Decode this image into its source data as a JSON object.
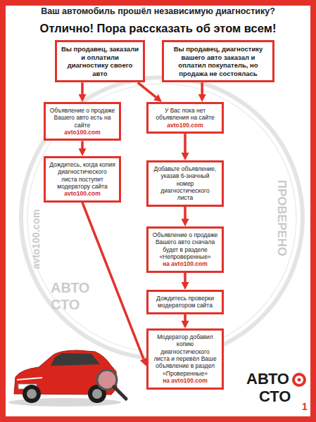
{
  "diagram": {
    "title": "Ваш автомобиль прошёл независимую диагностику?",
    "nodes": [
      {
        "text": [
          "Вы продавец, заказали и оплатили диагностику своего авто"
        ]
      },
      {
        "text": [
          "Вы продавец, диагностику вашего авто заказал и оплатил покупатель, но продажа не состоялась"
        ]
      },
      {
        "text": [
          "Объявление о продаже Вашего авто есть на сайте",
          "avto100.com"
        ]
      },
      {
        "text": [
          "Дождитесь, когда копия диагностического листа поступит модератору сайта",
          "avto100.com"
        ]
      },
      {
        "text": [
          "У Вас пока нет объявления на сайте",
          "avto100.com"
        ]
      },
      {
        "text": [
          "Добавьте объявление, указав 6-значный номер диагностического листа"
        ]
      },
      {
        "text": [
          "Объявление о продаже Вашего авто сначала будет в разделе «Непроверенные»",
          "на avto100.com"
        ]
      },
      {
        "text": [
          "Дождитесь проверки модератором сайта"
        ]
      },
      {
        "text": [
          "Модератор добавил копию диагностического листа и перевёл Ваше объявление в раздел «Проверенные»",
          "на avto100.com"
        ]
      }
    ],
    "edges": [
      {
        "from": 0,
        "to": 2,
        "arrow": "to"
      },
      {
        "from": 0,
        "to": 4,
        "arrow": "to"
      },
      {
        "from": 1,
        "to": 4,
        "arrow": "to"
      },
      {
        "from": 2,
        "to": 3,
        "arrow": "to"
      },
      {
        "from": 3,
        "to": 8,
        "arrow": "to"
      },
      {
        "from": 4,
        "to": 5,
        "arrow": "to"
      },
      {
        "from": 5,
        "to": 6,
        "arrow": "to"
      },
      {
        "from": 6,
        "to": 7,
        "arrow": "to"
      },
      {
        "from": 7,
        "to": 8,
        "arrow": "to"
      }
    ],
    "labels": [
      "Отлично! Пора рассказать об этом всем!",
      "ПРОВЕРЕНО",
      "АВТО",
      "СТО",
      "avto100.com",
      "АВТО",
      "СТО",
      "1"
    ]
  }
}
